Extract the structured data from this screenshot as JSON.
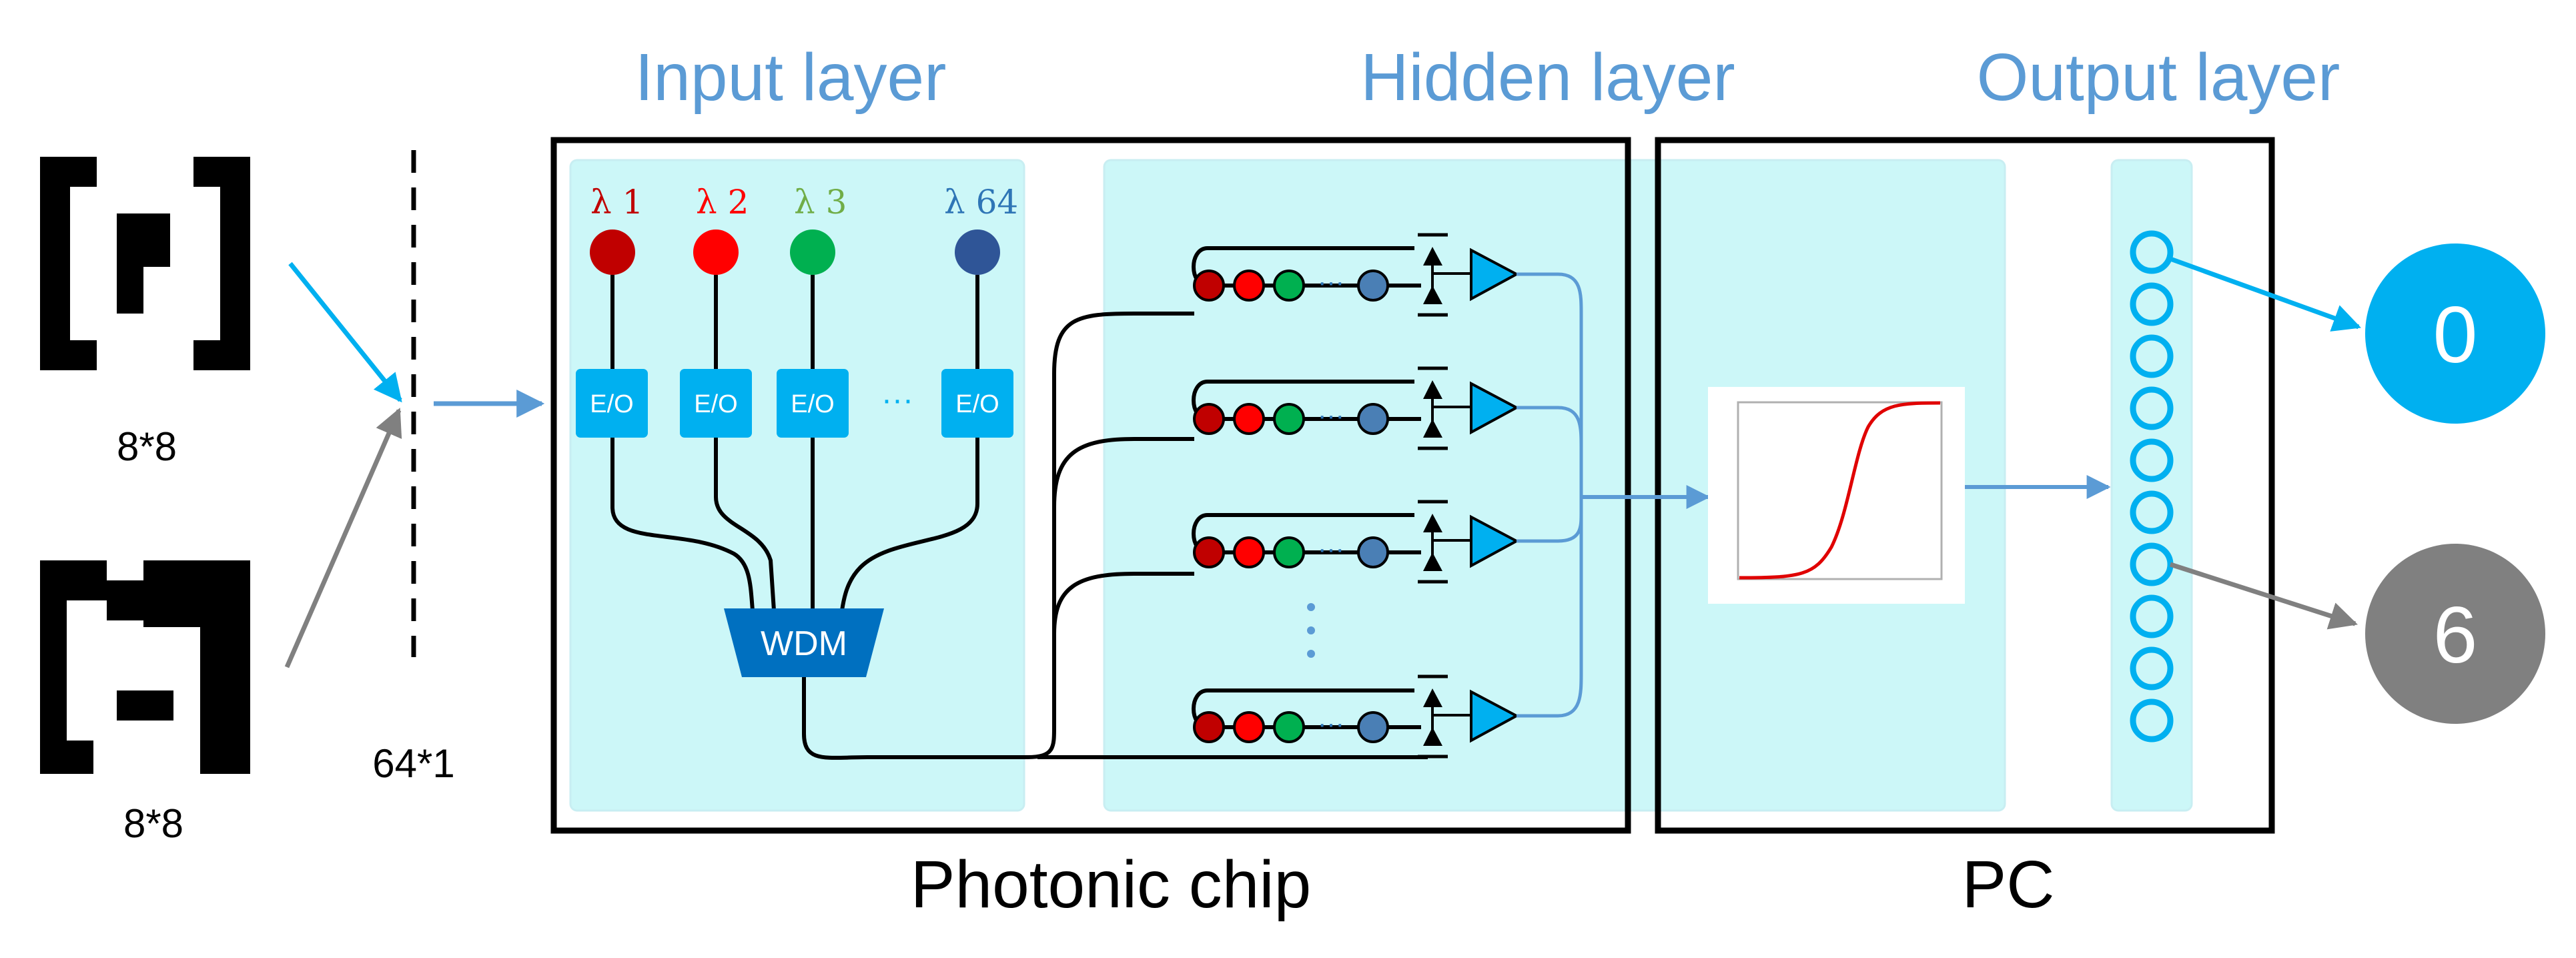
{
  "titles": {
    "input_layer": "Input layer",
    "hidden_layer": "Hidden layer",
    "output_layer": "Output layer"
  },
  "labels": {
    "input_size_top": "8*8",
    "input_size_bottom": "8*8",
    "vector_size": "64*1",
    "photonic_chip": "Photonic chip",
    "pc": "PC",
    "wdm": "WDM",
    "eo": "E/O",
    "eo_ellipsis": "···"
  },
  "wavelengths": [
    {
      "symbol": "λ",
      "index": "1",
      "color": "#c00000"
    },
    {
      "symbol": "λ",
      "index": "2",
      "color": "#ff0000"
    },
    {
      "symbol": "λ",
      "index": "3",
      "color": "#70ad47"
    },
    {
      "symbol": "λ",
      "index": "64",
      "color": "#2e75b6"
    }
  ],
  "outputs": [
    {
      "digit": "0",
      "color": "#00b0f0"
    },
    {
      "digit": "6",
      "color": "#808080"
    }
  ],
  "colors": {
    "panel": "#ccf7f8",
    "eo_box": "#00b0f0",
    "wdm_box": "#0070c0",
    "amplifier": "#00b0f0",
    "neuron_ring": "#00b0f0",
    "sigmoid_curve": "#e00000",
    "arrow_blue": "#5b9bd5",
    "arrow_gray": "#808080"
  }
}
